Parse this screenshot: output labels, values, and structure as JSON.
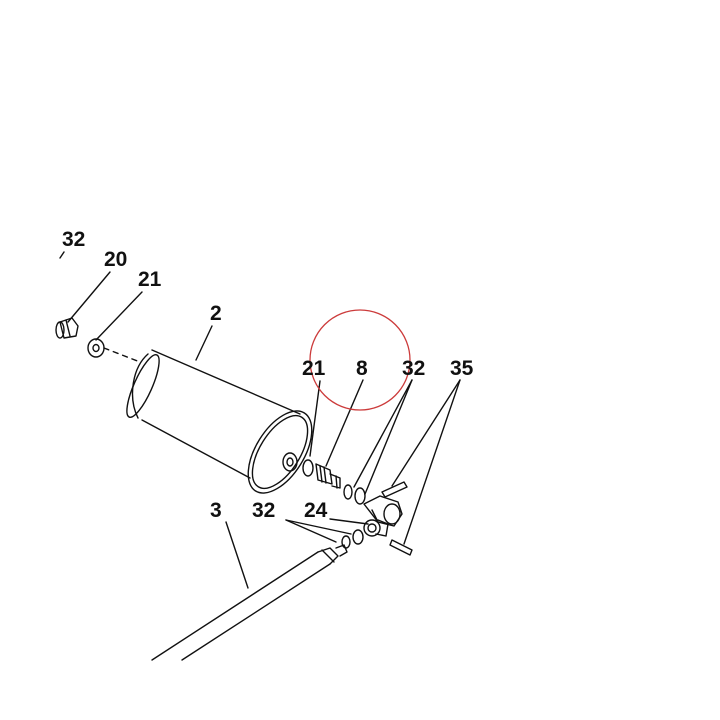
{
  "diagram": {
    "callouts": {
      "c32_top": "32",
      "c20": "20",
      "c21_left": "21",
      "c2": "2",
      "c21_right": "21",
      "c8": "8",
      "c32_right": "32",
      "c35": "35",
      "c3": "3",
      "c32_bottom": "32",
      "c24": "24"
    },
    "colors": {
      "line": "#111111",
      "highlight_circle": "#cc3b3b"
    }
  }
}
